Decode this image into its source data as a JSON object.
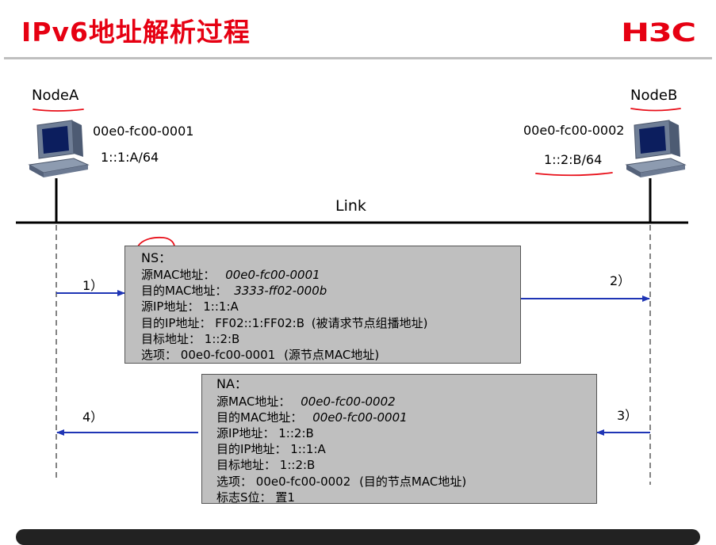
{
  "slide": {
    "title": "IPv6地址解析过程",
    "logo": "H3C"
  },
  "nodeA": {
    "name": "NodeA",
    "mac": "00e0-fc00-0001",
    "ip": "1::1:A/64"
  },
  "nodeB": {
    "name": "NodeB",
    "mac": "00e0-fc00-0002",
    "ip": "1::2:B/64"
  },
  "link_label": "Link",
  "ns": {
    "header": "NS：",
    "src_mac_label": "源MAC地址：",
    "src_mac": "00e0-fc00-0001",
    "dst_mac_label": "目的MAC地址：",
    "dst_mac": "3333-ff02-000b",
    "src_ip_label": "源IP地址：",
    "src_ip": "1::1:A",
    "dst_ip_label": "目的IP地址：",
    "dst_ip": "FF02::1:FF02:B",
    "dst_ip_note": "(被请求节点组播地址)",
    "target_label": "目标地址：",
    "target": "1::2:B",
    "option_label": "选项：",
    "option": "00e0-fc00-0001",
    "option_note": "(源节点MAC地址)"
  },
  "na": {
    "header": "NA：",
    "src_mac_label": "源MAC地址：",
    "src_mac": "00e0-fc00-0002",
    "dst_mac_label": "目的MAC地址：",
    "dst_mac": "00e0-fc00-0001",
    "src_ip_label": "源IP地址：",
    "src_ip": "1::2:B",
    "dst_ip_label": "目的IP地址：",
    "dst_ip": "1::1:A",
    "target_label": "目标地址：",
    "target": "1::2:B",
    "option_label": "选项：",
    "option": "00e0-fc00-0002",
    "option_note": "(目的节点MAC地址)",
    "flag_label": "标志S位：",
    "flag": "置1"
  },
  "steps": {
    "s1": "1）",
    "s2": "2）",
    "s3": "3）",
    "s4": "4）"
  },
  "colors": {
    "title": "#e60012",
    "arrow": "#1f35b5",
    "annotation": "#e8101a",
    "box": "#bfbfbf"
  }
}
